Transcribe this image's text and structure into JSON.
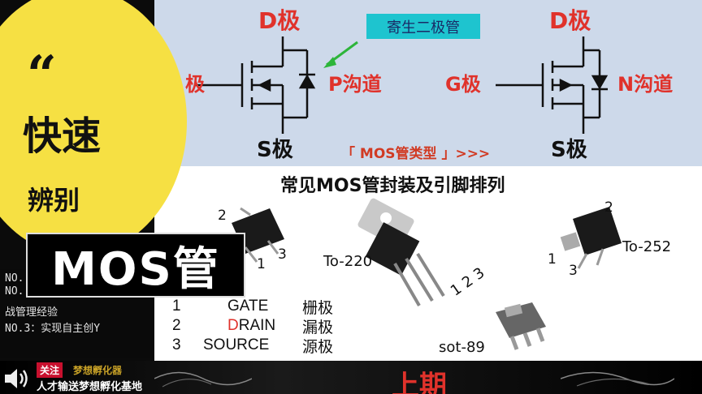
{
  "diagram": {
    "drain_label_left": "D极",
    "drain_label_right": "D极",
    "gate_label_left": "极",
    "gate_label_right": "G极",
    "source_label_left": "S极",
    "source_label_right": "S极",
    "p_channel": "P沟道",
    "n_channel": "N沟道",
    "parasite_diode": "寄生二极管",
    "mos_type": "「 MOS管类型 」>>>"
  },
  "packages": {
    "title": "常见MOS管封装及引脚排列",
    "to220": "To-220",
    "to252": "To-252",
    "sot89": "sot-89",
    "sot_pin1": "1",
    "sot_pin2": "2",
    "sot_pin3": "3",
    "to220_pins": "1 2 3",
    "to252_pin1": "1",
    "to252_pin2": "2",
    "to252_pin3": "3",
    "pins": [
      {
        "num": "1",
        "en": "GATE",
        "cn": "栅极"
      },
      {
        "num": "2",
        "en_red": "D",
        "en_rest": "RAIN",
        "cn": "漏极"
      },
      {
        "num": "3",
        "en": "SOURCE",
        "cn": "源极"
      }
    ]
  },
  "overlay": {
    "quote": "“",
    "line1": "快速",
    "line2": "辨别",
    "line3": "MOS管"
  },
  "ticker": {
    "line1": "NO.",
    "line2": "NO.",
    "line3": "战管理经验",
    "line4": "NO.3：实现自主创Y"
  },
  "footer": {
    "follow": "关注",
    "channel": "梦想孵化器",
    "slogan": "人才输送梦想孵化基地",
    "prev": "上期"
  },
  "colors": {
    "accent_red": "#e0322b",
    "yellow": "#f6e043",
    "tag_cyan": "#1ec4cf"
  }
}
